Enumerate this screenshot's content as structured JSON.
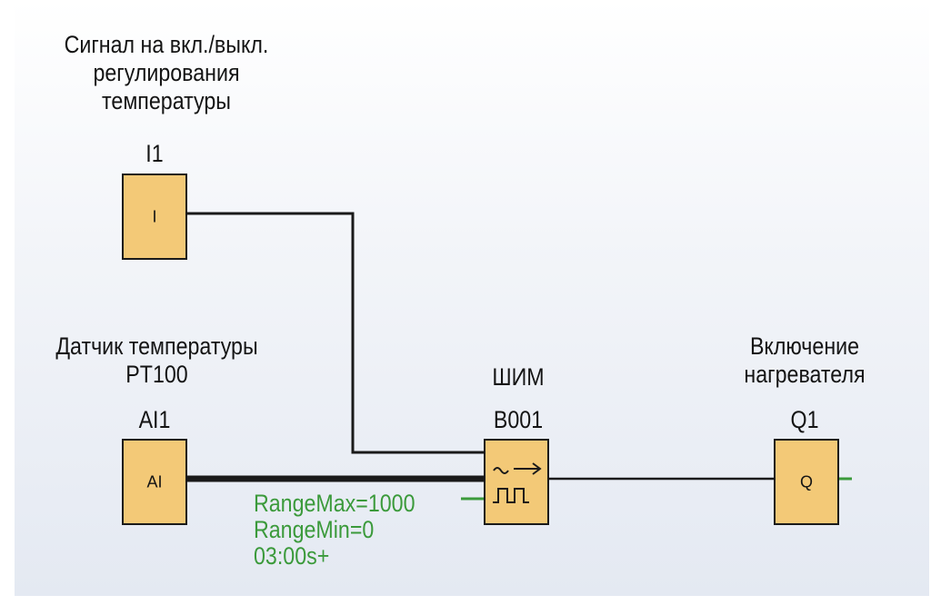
{
  "labels": {
    "i1_caption": [
      "Сигнал на вкл./выкл.",
      "регулирования",
      "температуры"
    ],
    "i1_name": "I1",
    "ai1_caption": [
      "Датчик температуры",
      "PT100"
    ],
    "ai1_name": "AI1",
    "b001_caption": "ШИМ",
    "b001_name": "B001",
    "q1_caption": [
      "Включение",
      "нагревателя"
    ],
    "q1_name": "Q1"
  },
  "blocks": {
    "i1": "I",
    "ai1": "AI",
    "q1": "Q"
  },
  "params": [
    "RangeMax=1000",
    "RangeMin=0",
    "03:00s+"
  ],
  "colors": {
    "block_fill": "#f3c977",
    "param_text": "#3b9a3b",
    "wire": "#1a1a1a"
  }
}
